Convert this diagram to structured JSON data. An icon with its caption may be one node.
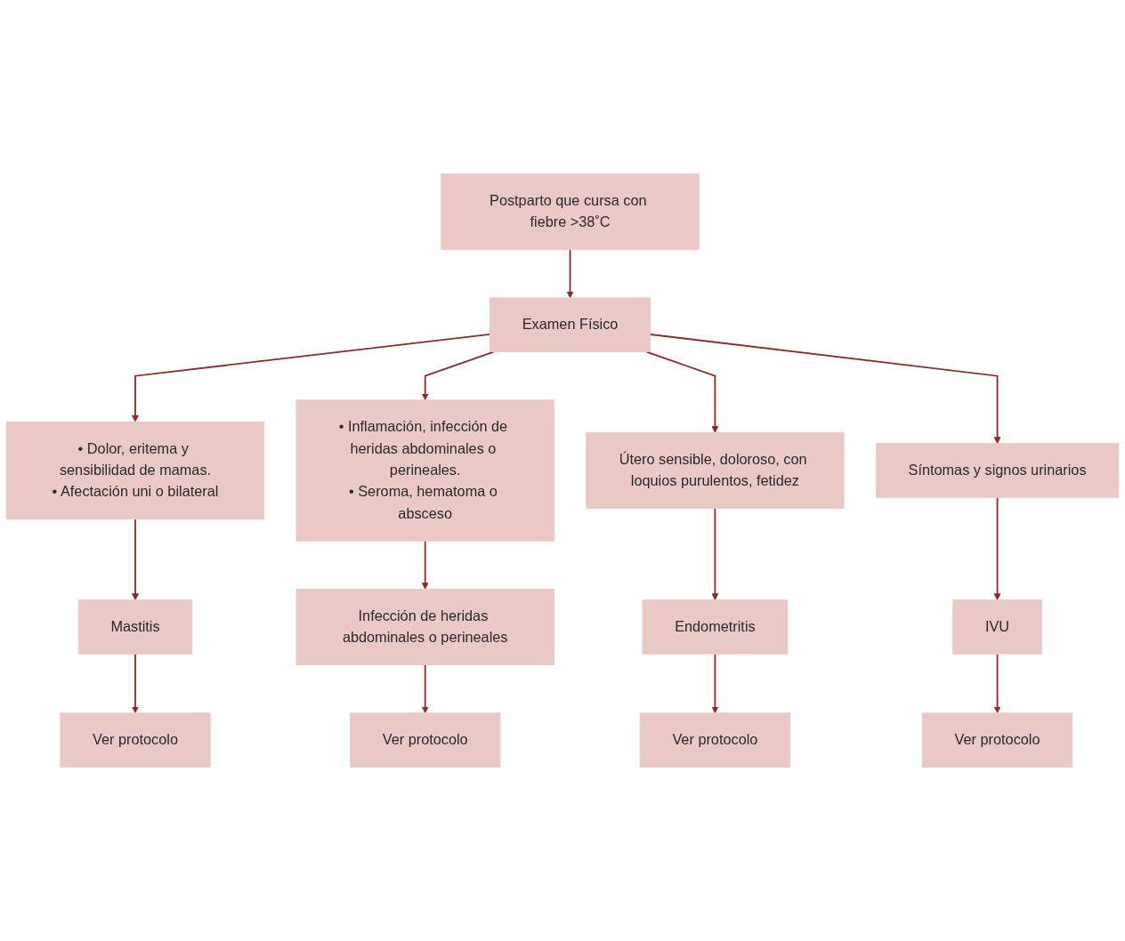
{
  "diagram": {
    "nodes": [
      {
        "text": [
          "Postparto que cursa con fiebre >38˚C"
        ]
      },
      {
        "text": [
          "Examen Físico"
        ]
      },
      {
        "text": [
          "• Dolor, eritema y sensibilidad de mamas.",
          "• Afectación uni o bilateral"
        ]
      },
      {
        "text": [
          "• Inflamación, infección de heridas abdominales o perineales.",
          "• Seroma, hematoma o absceso"
        ]
      },
      {
        "text": [
          "Útero sensible, doloroso, con loquios purulentos, fetidez"
        ]
      },
      {
        "text": [
          "Síntomas y signos urinarios"
        ]
      },
      {
        "text": [
          "Mastitis"
        ]
      },
      {
        "text": [
          "Infección de heridas abdominales o perineales"
        ]
      },
      {
        "text": [
          "Endometritis"
        ]
      },
      {
        "text": [
          "IVU"
        ]
      },
      {
        "text": [
          "Ver protocolo"
        ]
      },
      {
        "text": [
          "Ver protocolo"
        ]
      },
      {
        "text": [
          "Ver protocolo"
        ]
      },
      {
        "text": [
          "Ver protocolo"
        ]
      }
    ],
    "edges": [
      {
        "from": 0,
        "to": 1,
        "arrow": "to"
      },
      {
        "from": 1,
        "to": 2,
        "arrow": "to"
      },
      {
        "from": 1,
        "to": 3,
        "arrow": "to"
      },
      {
        "from": 1,
        "to": 4,
        "arrow": "to"
      },
      {
        "from": 1,
        "to": 5,
        "arrow": "to"
      },
      {
        "from": 2,
        "to": 6,
        "arrow": "to"
      },
      {
        "from": 3,
        "to": 7,
        "arrow": "to"
      },
      {
        "from": 4,
        "to": 8,
        "arrow": "to"
      },
      {
        "from": 5,
        "to": 9,
        "arrow": "to"
      },
      {
        "from": 6,
        "to": 10,
        "arrow": "to"
      },
      {
        "from": 7,
        "to": 11,
        "arrow": "to"
      },
      {
        "from": 8,
        "to": 12,
        "arrow": "to"
      },
      {
        "from": 9,
        "to": 13,
        "arrow": "to"
      }
    ]
  }
}
